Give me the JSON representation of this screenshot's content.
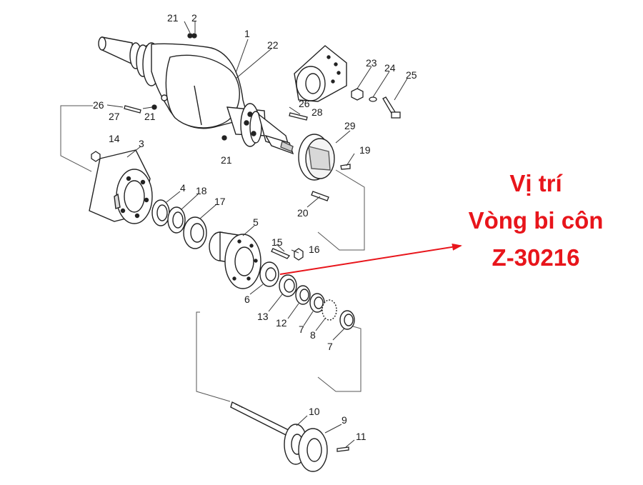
{
  "callout": {
    "line1": "Vị trí",
    "line2": "Vòng bi côn",
    "line3": "Z-30216",
    "color": "#e8151b"
  },
  "part_numbers": {
    "p1": "1",
    "p2": "2",
    "p3": "3",
    "p4": "4",
    "p5": "5",
    "p6": "6",
    "p7a": "7",
    "p7b": "7",
    "p8": "8",
    "p9": "9",
    "p10": "10",
    "p11": "11",
    "p12": "12",
    "p13": "13",
    "p14": "14",
    "p15": "15",
    "p16": "16",
    "p17": "17",
    "p18": "18",
    "p19": "19",
    "p20": "20",
    "p21a": "21",
    "p21b": "21",
    "p21c": "21",
    "p22": "22",
    "p23": "23",
    "p24": "24",
    "p25": "25",
    "p26a": "26",
    "p26b": "26",
    "p27": "27",
    "p28": "28",
    "p29": "29"
  }
}
